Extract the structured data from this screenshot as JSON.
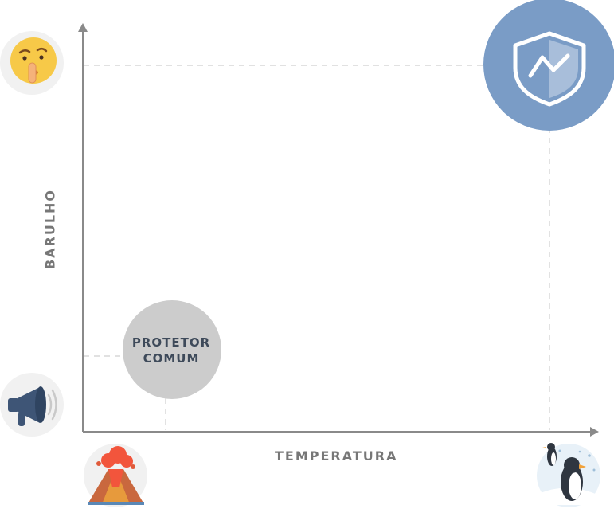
{
  "axes": {
    "x_label": "TEMPERATURA",
    "y_label": "BARULHO"
  },
  "bubbles": {
    "common": {
      "line1": "PROTETOR",
      "line2": "COMUM"
    },
    "branded": {
      "icon": "shield-pulse-icon"
    }
  },
  "icons": {
    "quiet": "shushing-face-icon",
    "loud": "megaphone-icon",
    "hot": "volcano-icon",
    "cold": "penguin-icon"
  },
  "colors": {
    "axis": "#8a8a8a",
    "guide": "#cfcfcf",
    "common_bubble": "#cccccc",
    "brand_bubble": "#7a9cc6",
    "icon_bg": "#f1f1f1"
  }
}
